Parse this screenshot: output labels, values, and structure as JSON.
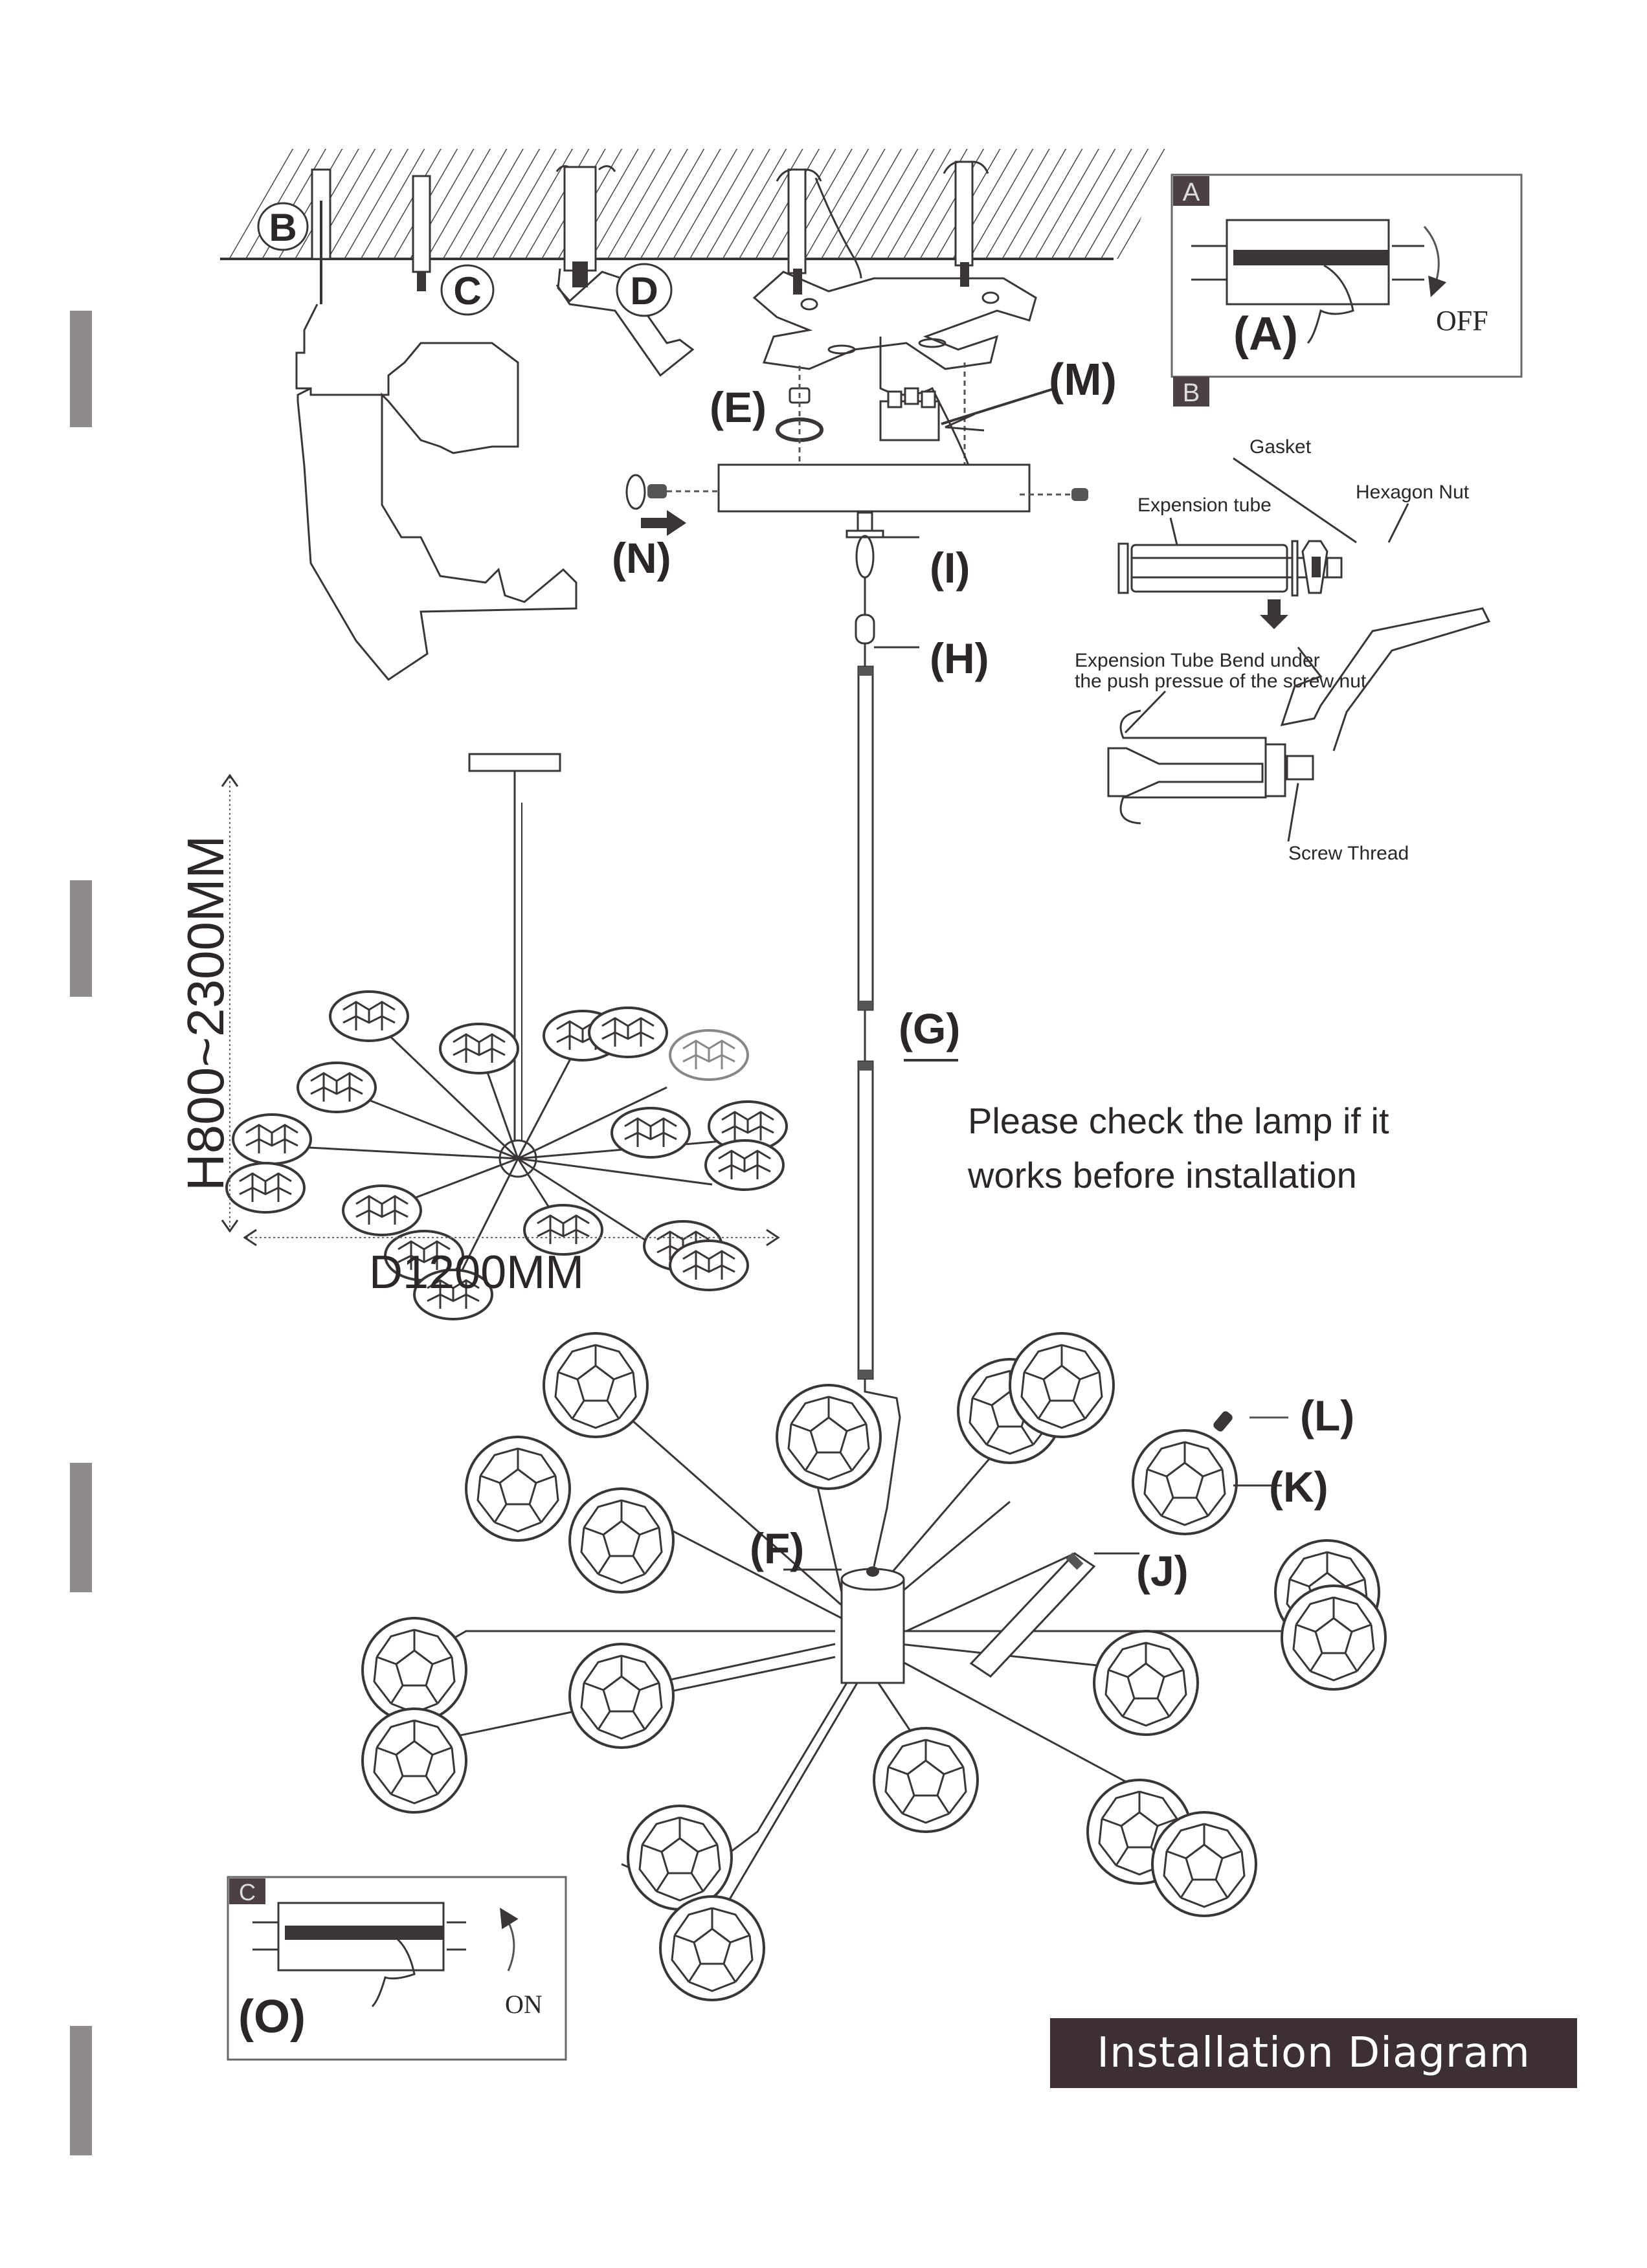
{
  "title": "Installation Diagram",
  "note": {
    "line1": "Please check the lamp if it",
    "line2": "works before installation"
  },
  "steps": {
    "A": {
      "label": "(A)",
      "panel_tag": "A",
      "switch_state": "OFF"
    },
    "B": {
      "label": "B",
      "panel_tag": "B"
    },
    "C": {
      "label": "C"
    },
    "D": {
      "label": "D"
    },
    "E": {
      "label": "(E)"
    },
    "F": {
      "label": "(F)"
    },
    "G": {
      "label": "(G)"
    },
    "H": {
      "label": "(H)"
    },
    "I": {
      "label": "(I)"
    },
    "J": {
      "label": "(J)"
    },
    "K": {
      "label": "(K)"
    },
    "L": {
      "label": "(L)"
    },
    "M": {
      "label": "(M)"
    },
    "N": {
      "label": "(N)"
    },
    "O": {
      "label": "(O)",
      "panel_tag": "C",
      "switch_state": "ON"
    }
  },
  "anchor_detail": {
    "gasket": "Gasket",
    "hexagon_nut": "Hexagon Nut",
    "expansion_tube": "Expension tube",
    "bend_line1": "Expension Tube Bend under",
    "bend_line2": "the push pressue of the screw nut",
    "screw_thread": "Screw Thread"
  },
  "dimensions": {
    "height": "H800~2300MM",
    "diameter": "D1200MM"
  },
  "colors": {
    "ink": "#2b2628",
    "title_bg": "#3d3034",
    "title_fg": "#ffffff",
    "hatch": "#4a4548"
  }
}
